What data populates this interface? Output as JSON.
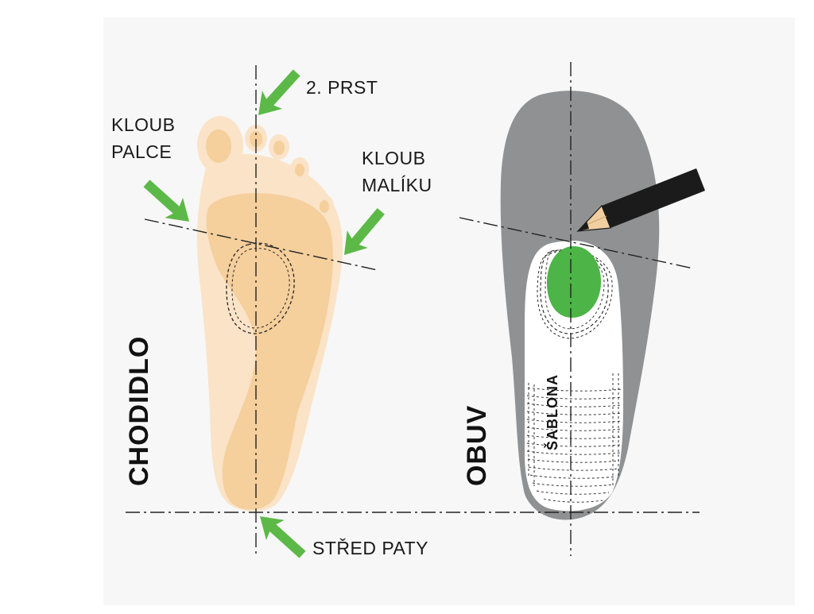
{
  "labels": {
    "second_toe": "2. PRST",
    "big_toe_joint_line1": "KLOUB",
    "big_toe_joint_line2": "PALCE",
    "little_toe_joint_line1": "KLOUB",
    "little_toe_joint_line2": "MALÍKU",
    "heel_center": "STŘED PATY",
    "foot_title": "CHODIDLO",
    "shoe_title": "OBUV",
    "template_label": "ŠABLONA"
  },
  "colors": {
    "foot_light": "#fae3c7",
    "foot_medium": "#f5cf9c",
    "shoe_gray": "#8f9193",
    "arrow_green": "#5cb947",
    "marker_green": "#4db447",
    "pencil_black": "#1b1b1b",
    "pencil_wood": "#f1cfa0",
    "line_black": "#222222"
  },
  "icons": {
    "arrow": "green-arrow-icon",
    "pencil": "pencil-icon"
  }
}
